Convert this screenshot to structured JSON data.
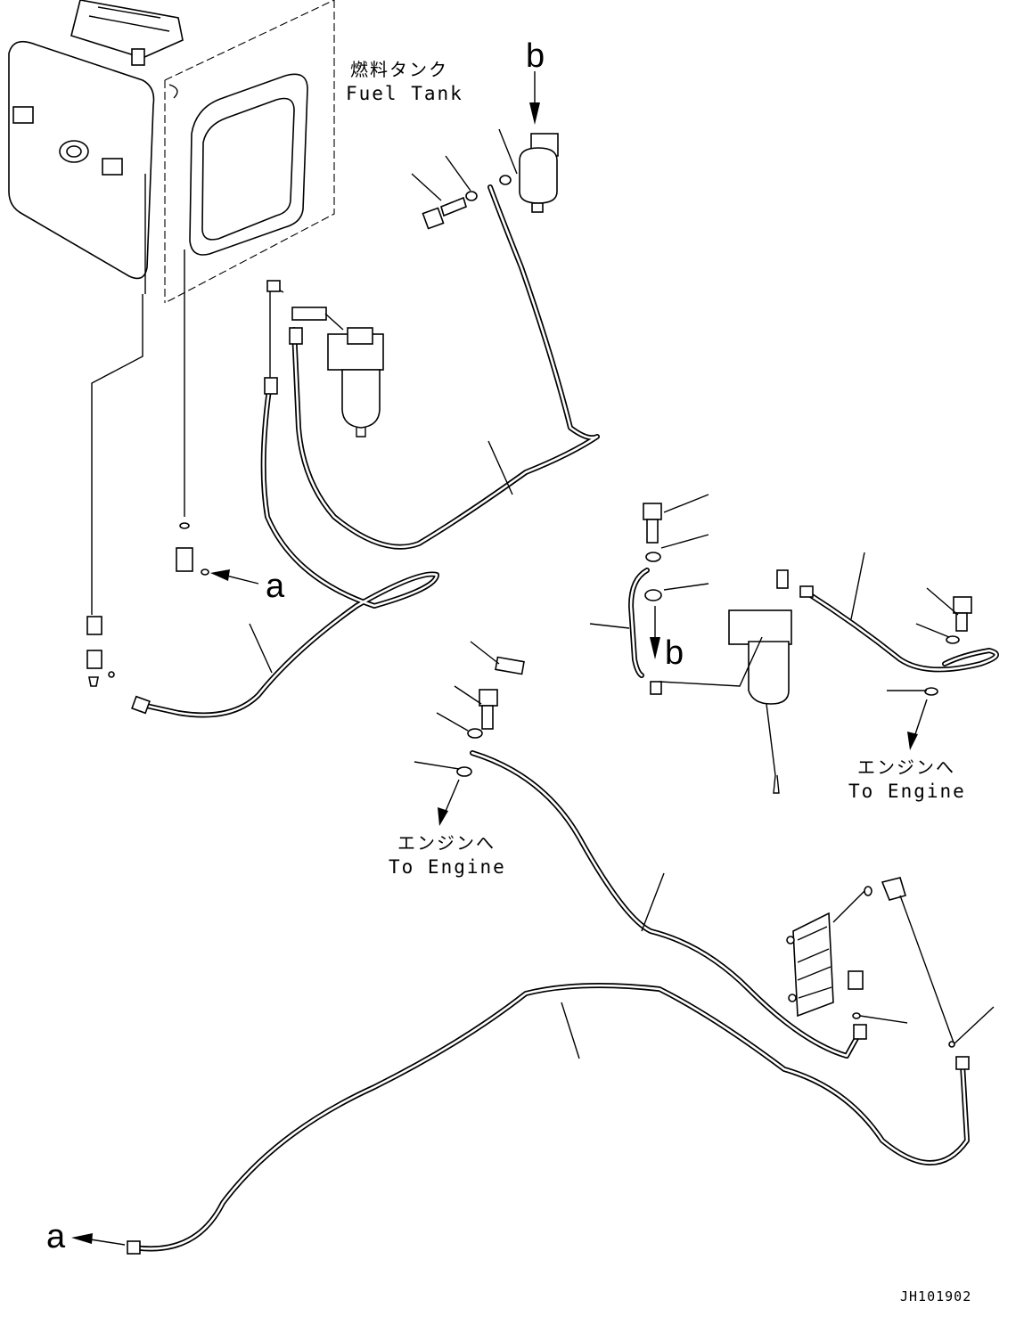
{
  "labels": {
    "fuel_tank_jp": "燃料タンク",
    "fuel_tank_en": "Fuel Tank",
    "to_engine_jp": "エンジンへ",
    "to_engine_en": "To Engine",
    "ref_a": "a",
    "ref_b": "b",
    "drawing_code": "JH101902"
  }
}
